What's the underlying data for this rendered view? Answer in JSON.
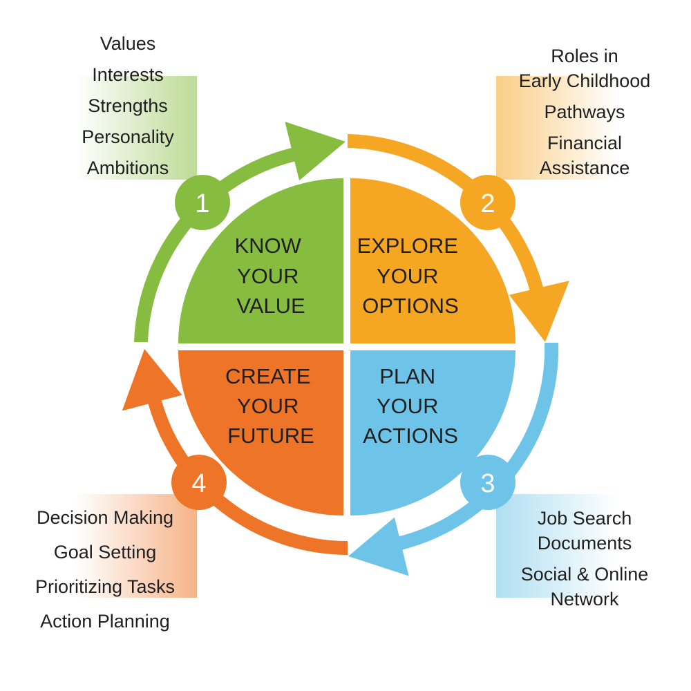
{
  "colors": {
    "green": "#86bd41",
    "orange": "#f5a623",
    "blue": "#6ec4e8",
    "red_orange": "#ee7527",
    "text": "#1f1f1f",
    "number_text": "#ffffff"
  },
  "steps": [
    {
      "number": "1",
      "title_lines": [
        "KNOW",
        "YOUR",
        "VALUE"
      ],
      "items": [
        "Values",
        "Interests",
        "Strengths",
        "Personality",
        "Ambitions"
      ],
      "color": "#86bd41",
      "arrow_icon": "arrow-icon"
    },
    {
      "number": "2",
      "title_lines": [
        "EXPLORE",
        "YOUR",
        "OPTIONS"
      ],
      "items": [
        "Roles in",
        "Early Childhood",
        "Pathways",
        "Financial",
        "Assistance"
      ],
      "color": "#f5a623",
      "arrow_icon": "arrow-icon"
    },
    {
      "number": "3",
      "title_lines": [
        "PLAN",
        "YOUR",
        "ACTIONS"
      ],
      "items": [
        "Job Search",
        "Documents",
        "Social & Online",
        "Network"
      ],
      "color": "#6ec4e8",
      "arrow_icon": "arrow-icon"
    },
    {
      "number": "4",
      "title_lines": [
        "CREATE",
        "YOUR",
        "FUTURE"
      ],
      "items": [
        "Decision Making",
        "Goal Setting",
        "Prioritizing Tasks",
        "Action Planning"
      ],
      "color": "#ee7527",
      "arrow_icon": "arrow-icon"
    }
  ]
}
